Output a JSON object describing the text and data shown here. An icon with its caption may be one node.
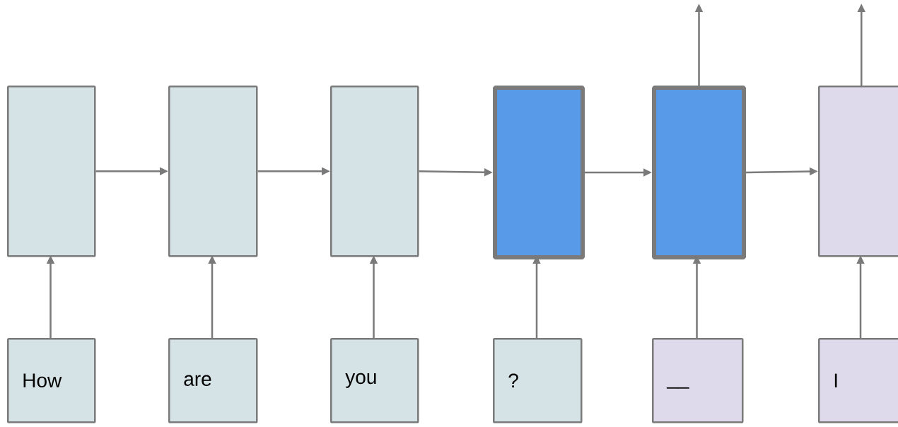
{
  "diagram": {
    "nodes": [
      {
        "text": [],
        "shape": "box"
      },
      {
        "text": [],
        "shape": "box"
      },
      {
        "text": [],
        "shape": "box"
      },
      {
        "text": [],
        "shape": "box"
      },
      {
        "text": [],
        "shape": "box"
      },
      {
        "text": [],
        "shape": "box"
      },
      {
        "text": [
          "How"
        ]
      },
      {
        "text": [
          "are"
        ]
      },
      {
        "text": [
          "you"
        ]
      },
      {
        "text": [
          "?"
        ]
      },
      {
        "text": [
          "__"
        ]
      },
      {
        "text": [
          "I"
        ]
      }
    ],
    "edges": [
      {
        "from": 0,
        "to": 1,
        "arrow": "to"
      },
      {
        "from": 1,
        "to": 2,
        "arrow": "to"
      },
      {
        "from": 2,
        "to": 3,
        "arrow": "to"
      },
      {
        "from": 3,
        "to": 4,
        "arrow": "to"
      },
      {
        "from": 4,
        "to": 5,
        "arrow": "to"
      },
      {
        "from": 6,
        "to": 0,
        "arrow": "to"
      },
      {
        "from": 7,
        "to": 1,
        "arrow": "to"
      },
      {
        "from": 8,
        "to": 2,
        "arrow": "to"
      },
      {
        "from": 9,
        "to": 3,
        "arrow": "to"
      },
      {
        "from": 10,
        "to": 4,
        "arrow": "to"
      },
      {
        "from": 11,
        "to": 5,
        "arrow": "to"
      },
      {
        "from": 4,
        "to": null,
        "arrow": "to"
      },
      {
        "from": 5,
        "to": null,
        "arrow": "to"
      }
    ]
  }
}
